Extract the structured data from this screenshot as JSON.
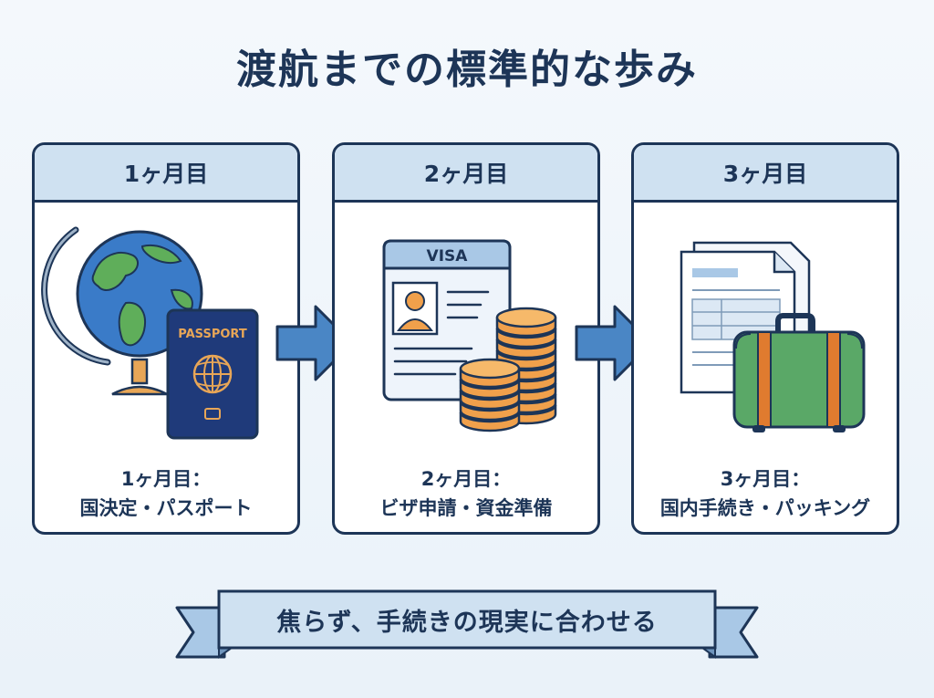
{
  "title": "渡航までの標準的な歩み",
  "steps": [
    {
      "header": "1ヶ月目",
      "caption_line1": "1ヶ月目：",
      "caption_line2": "国決定・パスポート",
      "passport_label": "PASSPORT"
    },
    {
      "header": "2ヶ月目",
      "caption_line1": "2ヶ月目：",
      "caption_line2": "ビザ申請・資金準備",
      "visa_label": "VISA"
    },
    {
      "header": "3ヶ月目",
      "caption_line1": "3ヶ月目：",
      "caption_line2": "国内手続き・パッキング"
    }
  ],
  "banner": {
    "text": "焦らず、手続きの現実に合わせる"
  },
  "colors": {
    "navy": "#1d3557",
    "card_header": "#cfe1f1",
    "arrow": "#4a86c5",
    "globe_ocean": "#3a7bc8",
    "land": "#5fae5a",
    "passport": "#1f3a7a",
    "passport_gold": "#e8a657",
    "coin": "#f0a04b",
    "suitcase": "#5aa867",
    "suitcase_strap": "#e07b2f",
    "banner": "#cfe1f1"
  },
  "icons": [
    "globe-icon",
    "passport-icon",
    "visa-document-icon",
    "coin-stack-icon",
    "paper-documents-icon",
    "suitcase-icon",
    "arrow-right-icon"
  ]
}
